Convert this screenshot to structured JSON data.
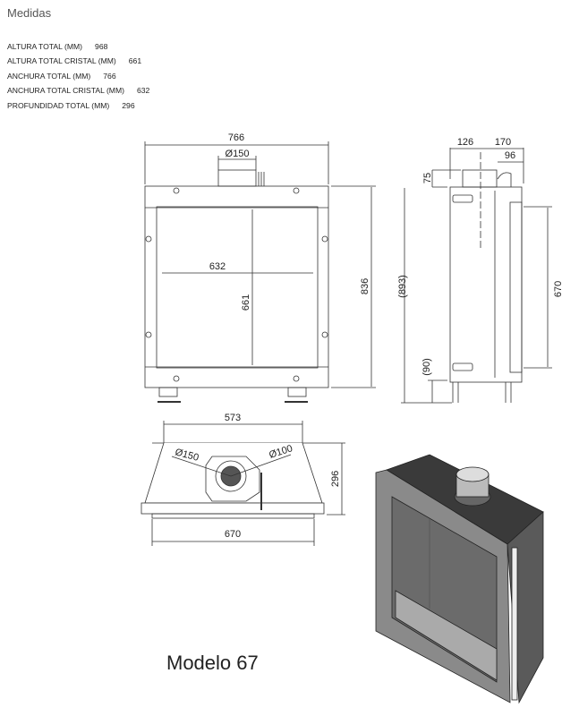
{
  "section_title": "Medidas",
  "specs": [
    {
      "label": "ALTURA TOTAL (MM)",
      "value": "968"
    },
    {
      "label": "ALTURA TOTAL CRISTAL (MM)",
      "value": "661"
    },
    {
      "label": "ANCHURA TOTAL (MM)",
      "value": "766"
    },
    {
      "label": "ANCHURA TOTAL CRISTAL (MM)",
      "value": "632"
    },
    {
      "label": "PROFUNDIDAD TOTAL (MM)",
      "value": "296"
    }
  ],
  "drawing": {
    "front": {
      "width": "766",
      "flue": "Ø150",
      "glass_width": "632",
      "glass_height": "661",
      "height": "836"
    },
    "side": {
      "d1": "126",
      "d2": "170",
      "d3": "96",
      "collar": "75",
      "total": "(893)",
      "glass": "670",
      "feet": "(90)"
    },
    "top": {
      "back": "573",
      "front": "670",
      "depth": "296",
      "flue_outer": "Ø150",
      "flue_inner": "Ø100"
    }
  },
  "model_label": "Modelo 67"
}
